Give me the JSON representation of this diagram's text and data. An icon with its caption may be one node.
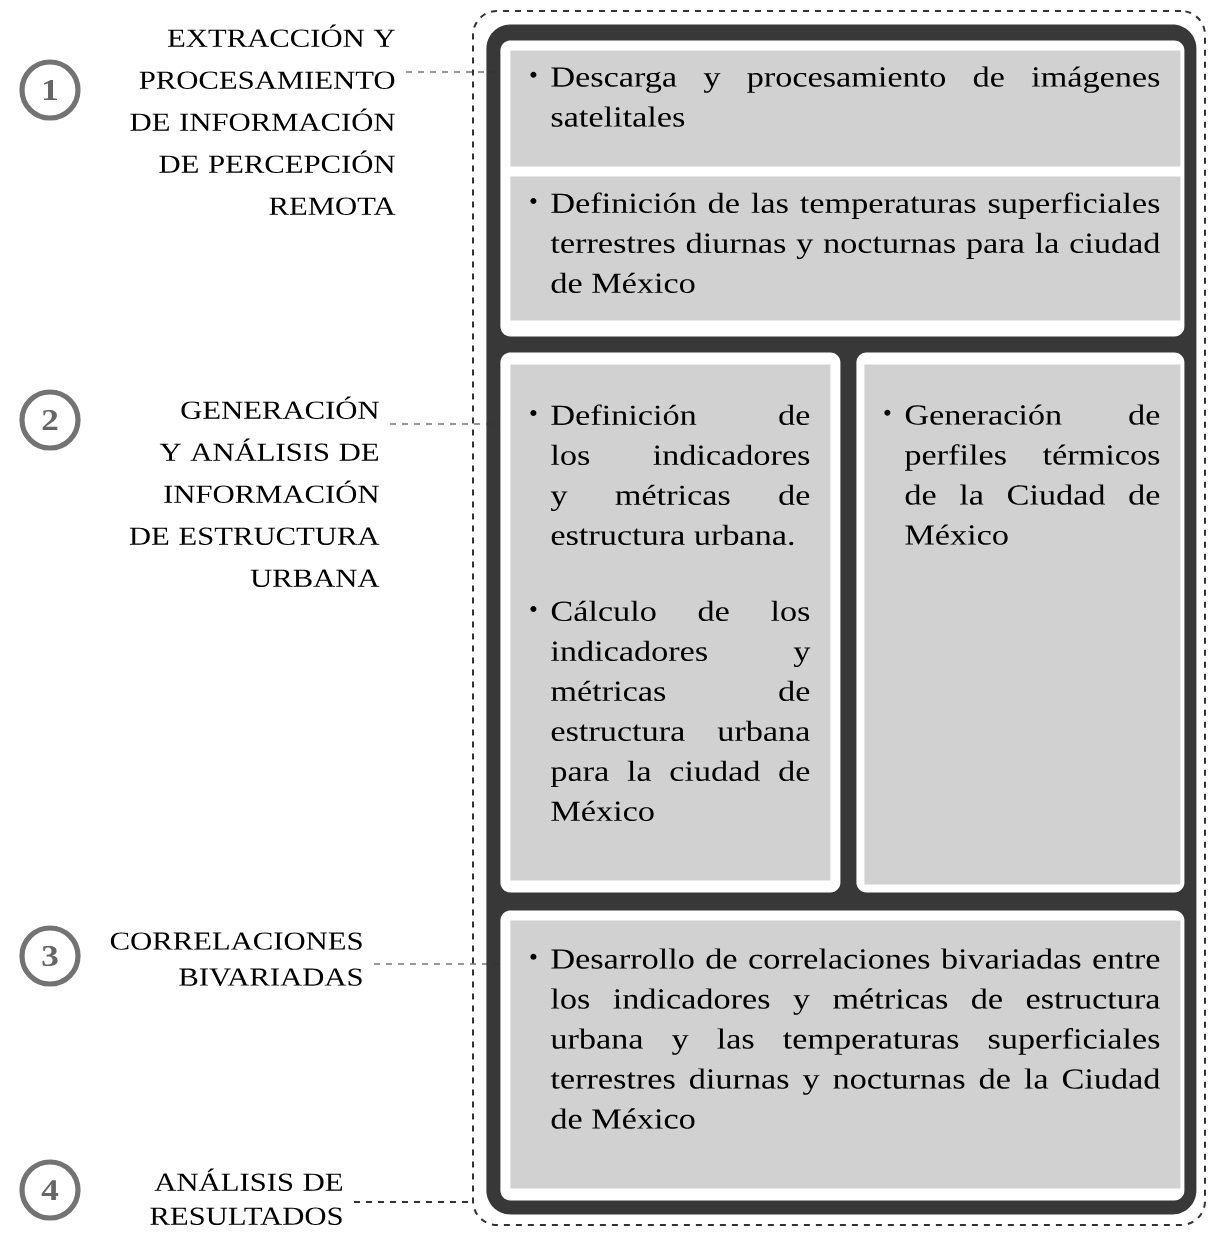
{
  "diagram": {
    "nodes": [
      {
        "text": [
          "1"
        ]
      },
      {
        "text": [
          "EXTRACCIÓN Y PROCESAMIENTO DE INFORMACIÓN DE PERCEPCIÓN REMOTA"
        ]
      },
      {
        "text": [
          "2"
        ]
      },
      {
        "text": [
          "GENERACIÓN Y ANÁLISIS DE INFORMACIÓN DE ESTRUCTURA URBANA"
        ]
      },
      {
        "text": [
          "3"
        ]
      },
      {
        "text": [
          "CORRELACIONES BIVARIADAS"
        ]
      },
      {
        "text": [
          "4"
        ]
      },
      {
        "text": [
          "ANÁLISIS DE RESULTADOS"
        ]
      },
      {
        "text": [],
        "shape": "box"
      },
      {
        "text": [],
        "shape": "box",
        "in": 8
      },
      {
        "text": [],
        "shape": "box",
        "in": 9
      },
      {
        "text": [
          "Descarga y procesamiento de imágenes satelitales"
        ],
        "in": 10
      },
      {
        "text": [
          "Definición de las temperaturas superficiales terrestres diurnas y nocturnas para la ciudad de México"
        ],
        "in": 10
      },
      {
        "text": [],
        "shape": "box",
        "in": 9
      },
      {
        "text": [
          "Definición de los indicadores y métricas de estructura urbana.",
          "Cálculo de los indicadores y métricas de estructura urbana para la ciudad de México"
        ],
        "in": 13
      },
      {
        "text": [],
        "shape": "box",
        "in": 9
      },
      {
        "text": [
          "Generación de perfiles térmicos de la Ciudad de México"
        ],
        "in": 15
      },
      {
        "text": [],
        "shape": "box",
        "in": 9
      },
      {
        "text": [
          "Desarrollo de correlaciones bivariadas entre los indicadores y métricas de estructura urbana y las temperaturas superficiales terrestres diurnas y nocturnas de la Ciudad de México"
        ],
        "in": 17
      }
    ],
    "edges": [
      {
        "from": 1,
        "to": 10,
        "arrow": "none",
        "style": "dashed"
      },
      {
        "from": 3,
        "to": 13,
        "arrow": "none",
        "style": "dashed"
      },
      {
        "from": 5,
        "to": 17,
        "arrow": "none",
        "style": "dashed"
      },
      {
        "from": 7,
        "to": 8,
        "arrow": "none",
        "style": "dashed"
      }
    ]
  }
}
